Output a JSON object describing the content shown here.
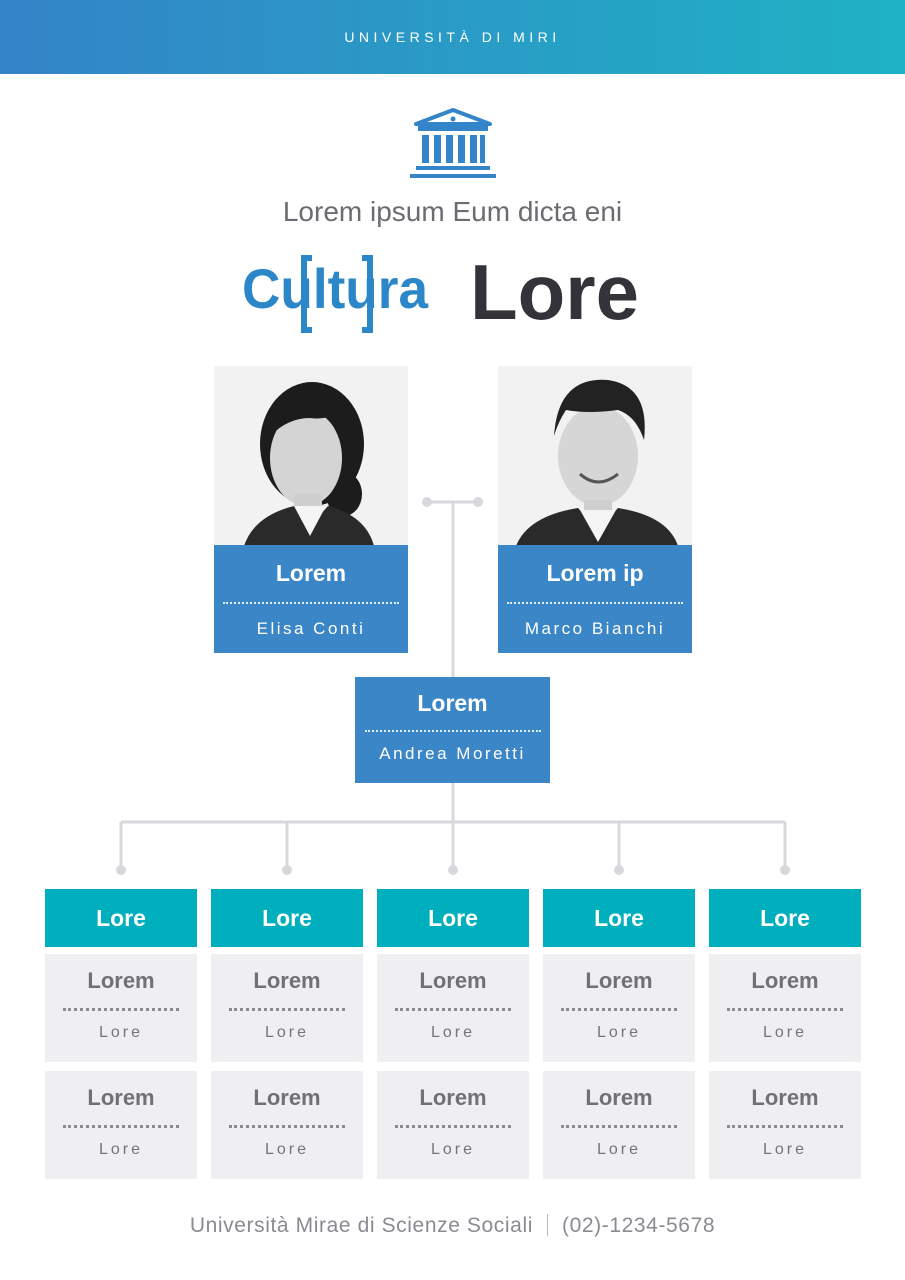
{
  "header": {
    "title": "UNIVERSITÀ DI MIRI"
  },
  "subtitle": "Lorem ipsum Eum dicta eni",
  "brand_logo": {
    "text": "Cultura",
    "color": "#2b87c8"
  },
  "headline": "Lore",
  "leaders": [
    {
      "role": "Lorem",
      "name": "Elisa Conti"
    },
    {
      "role": "Lorem ip",
      "name": "Marco Bianchi"
    }
  ],
  "director": {
    "role": "Lorem",
    "name": "Andrea Moretti"
  },
  "departments": [
    {
      "title": "Lore",
      "members": [
        {
          "role": "Lorem",
          "name": "Lore"
        },
        {
          "role": "Lorem",
          "name": "Lore"
        }
      ]
    },
    {
      "title": "Lore",
      "members": [
        {
          "role": "Lorem",
          "name": "Lore"
        },
        {
          "role": "Lorem",
          "name": "Lore"
        }
      ]
    },
    {
      "title": "Lore",
      "members": [
        {
          "role": "Lorem",
          "name": "Lore"
        },
        {
          "role": "Lorem",
          "name": "Lore"
        }
      ]
    },
    {
      "title": "Lore",
      "members": [
        {
          "role": "Lorem",
          "name": "Lore"
        },
        {
          "role": "Lorem",
          "name": "Lore"
        }
      ]
    },
    {
      "title": "Lore",
      "members": [
        {
          "role": "Lorem",
          "name": "Lore"
        },
        {
          "role": "Lorem",
          "name": "Lore"
        }
      ]
    }
  ],
  "footer": {
    "institution": "Università Mirae di Scienze Sociali",
    "phone": "(02)-1234-5678"
  },
  "colors": {
    "primary_blue": "#3b86c6",
    "teal": "#00afbd",
    "connector_gray": "#d8d8dc"
  },
  "icons": {
    "logo": "university-building-icon"
  }
}
